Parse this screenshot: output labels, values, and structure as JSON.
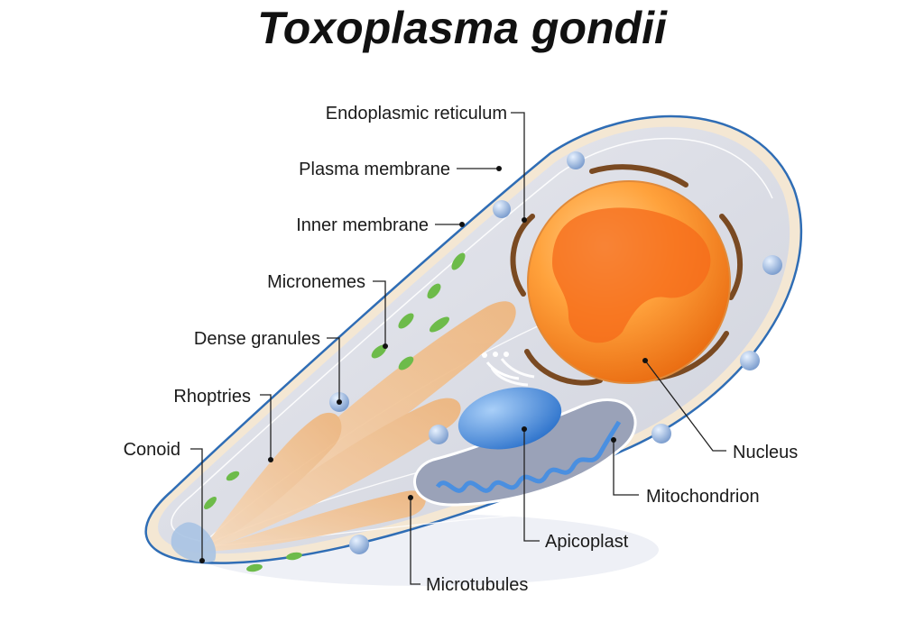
{
  "title": "Toxoplasma gondii",
  "labels": {
    "endoplasmic_reticulum": "Endoplasmic reticulum",
    "plasma_membrane": "Plasma membrane",
    "inner_membrane": "Inner membrane",
    "micronemes": "Micronemes",
    "dense_granules": "Dense granules",
    "rhoptries": "Rhoptries",
    "conoid": "Conoid",
    "nucleus": "Nucleus",
    "mitochondrion": "Mitochondrion",
    "apicoplast": "Apicoplast",
    "microtubules": "Microtubules"
  },
  "colors": {
    "nucleus": "#f57c1f",
    "cell_membrane": "#2f6db5",
    "cytoplasm": "#dfe1e8",
    "rhoptries": "#f3c08e",
    "micronemes": "#6dbb4a",
    "apicoplast": "#4a8fe0",
    "endoplasmic_reticulum": "#7a4a22"
  }
}
